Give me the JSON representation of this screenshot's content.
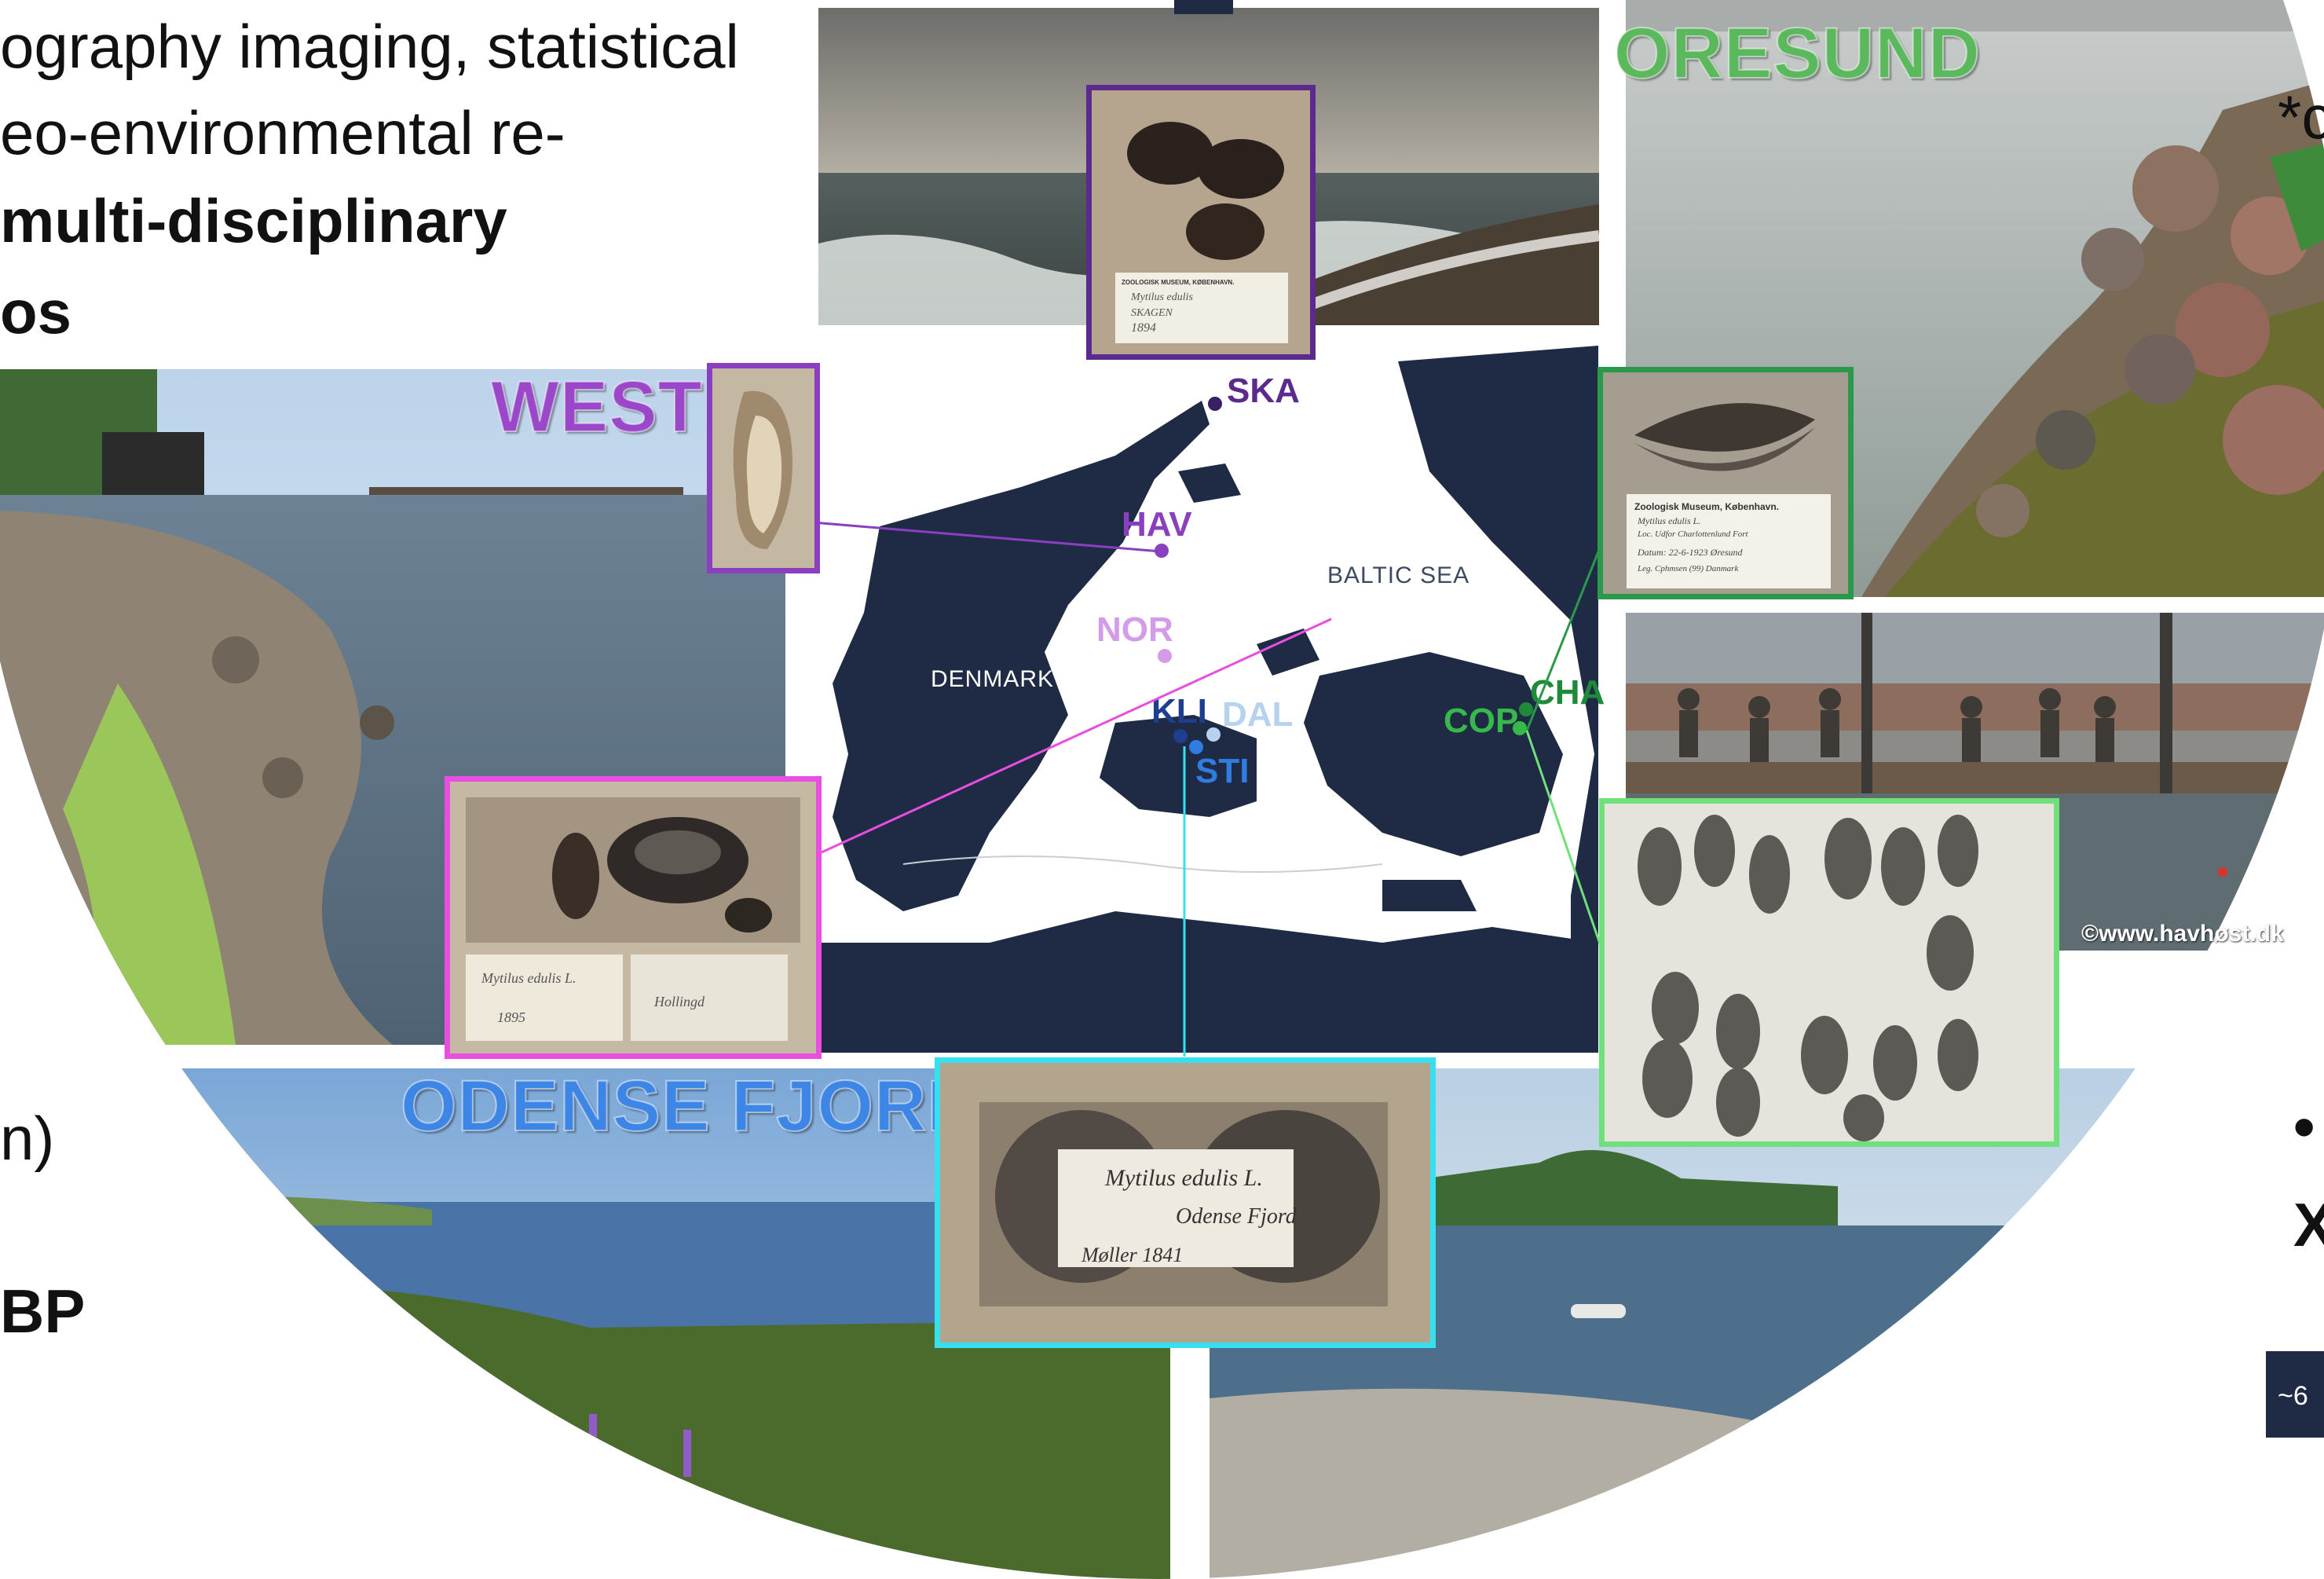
{
  "intro_lines": [
    "ography imaging, statistical",
    "eo-environmental re-",
    "multi-disciplinary",
    "os"
  ],
  "left_bottom_fragments": [
    "n)",
    "BP"
  ],
  "right_edge_fragments": [
    "*c",
    "•",
    "X",
    "~6"
  ],
  "regions": {
    "west": "WEST",
    "oresund": "ORESUND",
    "odense": "ODENSE FJORD"
  },
  "map": {
    "country": "DENMARK",
    "sea": "BALTIC SEA",
    "sites": [
      {
        "code": "SKA",
        "color": "#5b2a8c"
      },
      {
        "code": "HAV",
        "color": "#8a3fbf"
      },
      {
        "code": "NOR",
        "color": "#d49be8"
      },
      {
        "code": "KLI",
        "color": "#1e3f8f"
      },
      {
        "code": "DAL",
        "color": "#b7d2ef"
      },
      {
        "code": "STI",
        "color": "#2f7de0"
      },
      {
        "code": "COP",
        "color": "#36b84a"
      },
      {
        "code": "CHA",
        "color": "#1e8a3a"
      }
    ]
  },
  "label_cards": {
    "skagen": [
      "ZOOLOGISK MUSEUM, KØBENHAVN.",
      "Mytilus edulis",
      "SKAGEN",
      "1894"
    ],
    "oresund": [
      "Zoologisk Museum, København.",
      "Mytilus edulis L.",
      "Loc. Udfor Charlottenlund Fort",
      "Datum: 22-6-1923  Øresund",
      "Leg. Cphmsen (99) Danmark"
    ],
    "odense": [
      "Mytilus edulis L.",
      "Odense Fjord",
      "Møller 1841"
    ],
    "west": [
      "Mytilus edulis L.",
      "Hollingd",
      "1895"
    ]
  },
  "copyright": "©www.havhøst.dk",
  "colors": {
    "map_navy": "#1f2b45",
    "west": "#9a47c9",
    "oresund": "#5cb85c",
    "odense": "#3d86e6",
    "skagen_frame": "#5b2a8c",
    "west_frame": "#8a3fbf",
    "pink_frame": "#e84fe0",
    "cyan_frame": "#36e0ef",
    "green_frame": "#2a9a4a",
    "lightgreen_frame": "#6fe07a"
  }
}
